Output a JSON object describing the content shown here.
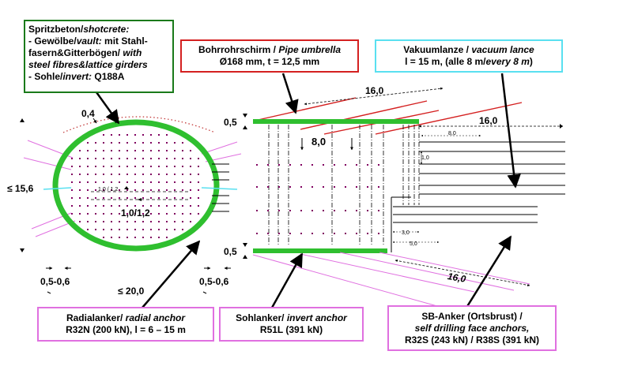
{
  "boxes": {
    "shotcrete": {
      "l1": "Spritzbeton/",
      "l1_it": "shotcrete:",
      "l2a": "- Gewölbe/",
      "l2b": "vault:",
      "l2c": " mit Stahl-",
      "l3a": "fasern&Gitterbögen/ ",
      "l3b": "with",
      "l4": "steel fibres&lattice girders",
      "l5a": "- Sohle/",
      "l5b": "invert:",
      "l5c": " Q188A",
      "border_color": "#1a7a1a"
    },
    "pipe_umbrella": {
      "l1a": "Bohrrohrschirm / ",
      "l1b": "Pipe umbrella",
      "l2": "Ø168 mm, t = 12,5 mm",
      "border_color": "#d42020"
    },
    "vacuum_lance": {
      "l1a": "Vakuumlanze / ",
      "l1b": "vacuum lance",
      "l2a": "l = 15 m, (alle 8 m/",
      "l2b": "every 8 m",
      "l2c": ")",
      "border_color": "#59e0f0"
    },
    "radial_anchor": {
      "l1a": "Radialanker/ ",
      "l1b": "radial anchor",
      "l2": "R32N (200 kN), l = 6 – 15 m",
      "border_color": "#e070e0"
    },
    "invert_anchor": {
      "l1a": "Sohlanker/ ",
      "l1b": "invert anchor",
      "l2": "R51L (391 kN)",
      "border_color": "#e070e0"
    },
    "face_anchor": {
      "l1": "SB-Anker (Ortsbrust) /",
      "l2": "self drilling face anchors,",
      "l3": "R32S (243 kN) / R38S (391 kN)",
      "border_color": "#e070e0"
    }
  },
  "dimensions": {
    "top_thickness": "0,4",
    "height": "≤ 15,6",
    "spacing_small": "1,0 / 1,2",
    "spacing": "1,0/1,2",
    "width": "≤ 20,0",
    "left_side": "0,5-0,6",
    "right_side": "0,5-0,6",
    "crown_offset": "0,5",
    "invert_offset": "0,5",
    "umbrella_length": "16,0",
    "lance_spacing": "8,0",
    "face_anchor_length": "16,0",
    "face_small_8": "8,0",
    "face_small_1": "1,0",
    "face_small_3": "3,0",
    "face_small_5": "5,0",
    "invert_anchor_length": "16,0"
  },
  "colors": {
    "shotcrete": "#2fbf2f",
    "pipe": "#d42020",
    "anchor": "#e070e0",
    "lance": "#59e0f0",
    "dots": "#800060",
    "line": "#000000"
  }
}
